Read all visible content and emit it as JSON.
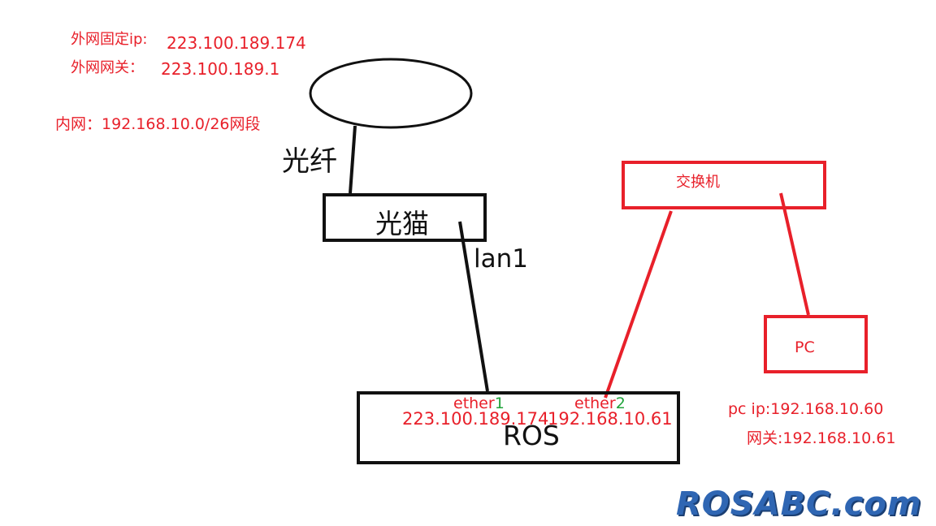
{
  "labels": {
    "wan_ip_label": "外网固定ip:",
    "wan_ip_value": "223.100.189.174",
    "wan_gw_label": "外网网关：",
    "wan_gw_value": "223.100.189.1",
    "lan_subnet": "内网：192.168.10.0/26网段",
    "fiber": "光纤",
    "modem": "光猫",
    "lan_port": "lan1",
    "switch": "交换机",
    "pc": "PC",
    "router": "ROS",
    "ether1_prefix": "ether",
    "ether1_num": "1",
    "ether1_ip": "223.100.189.174",
    "ether2_prefix": "ether",
    "ether2_num": "2",
    "ether2_ip": "192.168.10.61",
    "pc_ip": "pc ip:192.168.10.60",
    "pc_gw": "网关:192.168.10.61",
    "watermark": "ROSABC.com"
  },
  "colors": {
    "annotation": "#e8202a",
    "outline": "#111111",
    "port_number": "#1fa33a",
    "watermark": "#2f66b3"
  }
}
